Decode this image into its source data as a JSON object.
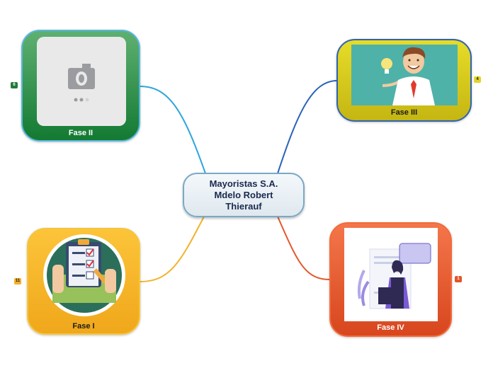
{
  "central": {
    "lines": [
      "Mayoristas S.A.",
      "Mdelo Robert",
      "Thierauf"
    ]
  },
  "nodes": {
    "fase1": {
      "label": "Fase I",
      "badge": "11",
      "color": "#f3b028",
      "image": "checklist-clipboard-illustration"
    },
    "fase2": {
      "label": "Fase II",
      "badge": "6",
      "color": "#1d7a37",
      "image": "camera-placeholder-icon"
    },
    "fase3": {
      "label": "Fase III",
      "badge": "4",
      "color": "#e3d428",
      "image": "businessman-idea-illustration"
    },
    "fase4": {
      "label": "Fase IV",
      "badge": "1",
      "color": "#e2542a",
      "image": "woman-presentation-illustration"
    }
  },
  "connector_colors": {
    "fase1": "#f2b32b",
    "fase2": "#2ea6dd",
    "fase3": "#2a63b8",
    "fase4": "#e4582a"
  }
}
